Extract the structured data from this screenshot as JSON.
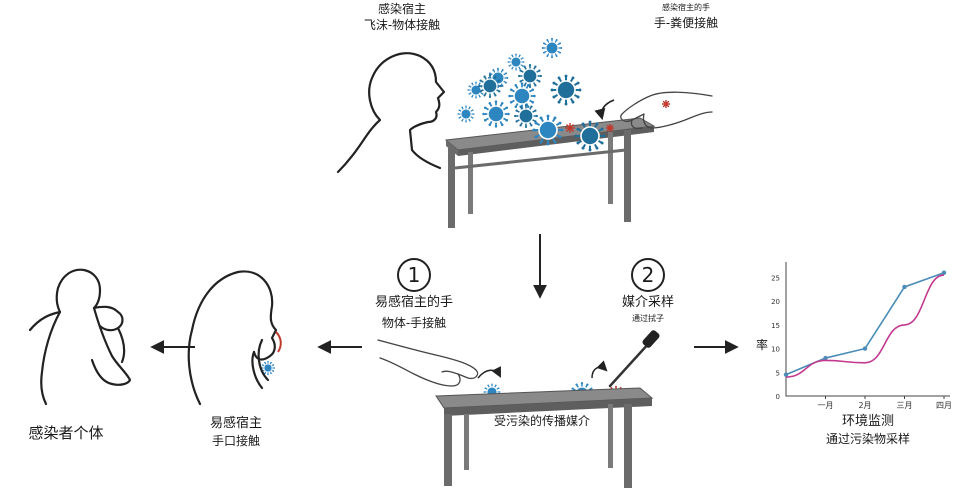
{
  "top": {
    "host_label": "感染宿主",
    "droplet_label": "飞沫-物体接触",
    "hand_label": "感染宿主的手",
    "fecal_label": "手-粪便接触"
  },
  "left": {
    "infected_label": "感染者个体",
    "susceptible_label": "易感宿主",
    "hand_mouth_label": "手口接触"
  },
  "step1": {
    "number": "1",
    "title": "易感宿主的手",
    "subtitle": "物体-手接触"
  },
  "step2": {
    "number": "2",
    "title": "媒介采样",
    "subtitle": "通过拭子"
  },
  "table_label": "受污染的传播媒介",
  "monitor": {
    "title": "环境监测",
    "subtitle": "通过污染物采样"
  },
  "colors": {
    "virus_blue": "#2e86c1",
    "virus_dark": "#1f6f9a",
    "line_blue": "#4a8db8",
    "line_magenta": "#c2398f",
    "bacteria_red": "#c0392b",
    "table_gray": "#6b6b6b"
  },
  "chart_data": {
    "type": "line",
    "categories": [
      "",
      "一月",
      "2月",
      "三月",
      "四月"
    ],
    "ylabel": "率",
    "ylim": [
      0,
      27
    ],
    "yticks": [
      0,
      5,
      10,
      15,
      20,
      25
    ],
    "series": [
      {
        "values": [
          4.5,
          8,
          10,
          23,
          26
        ]
      },
      {
        "values": [
          4,
          7.5,
          7,
          15,
          25.5
        ]
      }
    ]
  }
}
